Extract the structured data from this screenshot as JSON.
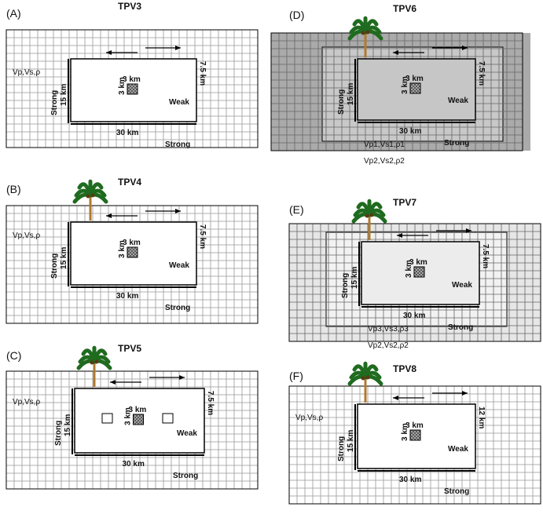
{
  "panels": [
    {
      "letter": "(A)",
      "title": "TPV3",
      "mat": "Vp,Vs,ρ",
      "mat2": "",
      "strong_side": "Strong",
      "strong_bottom": "Strong",
      "weak": "Weak",
      "depth": "15 km",
      "length": "30 km",
      "width_label": "7.5 km",
      "patch_h": "3 km",
      "patch_v": "3 km",
      "tree": false,
      "shaded": "none"
    },
    {
      "letter": "(B)",
      "title": "TPV4",
      "mat": "Vp,Vs,ρ",
      "mat2": "",
      "strong_side": "Strong",
      "strong_bottom": "Strong",
      "weak": "Weak",
      "depth": "15 km",
      "length": "30 km",
      "width_label": "7.5 km",
      "patch_h": "3 km",
      "patch_v": "3 km",
      "tree": true,
      "shaded": "none"
    },
    {
      "letter": "(C)",
      "title": "TPV5",
      "mat": "Vp,Vs,ρ",
      "mat2": "",
      "strong_side": "Strong",
      "strong_bottom": "Strong",
      "weak": "Weak",
      "depth": "15 km",
      "length": "30 km",
      "width_label": "7.5 km",
      "patch_h": "3 km",
      "patch_v": "3 km",
      "tree": true,
      "shaded": "none"
    },
    {
      "letter": "(D)",
      "title": "TPV6",
      "mat": "Vp1,Vs1,ρ1",
      "mat2": "Vp2,Vs2,ρ2",
      "strong_side": "Strong",
      "strong_bottom": "Strong",
      "weak": "Weak",
      "depth": "15 km",
      "length": "30 km",
      "width_label": "7.5 km",
      "patch_h": "3 km",
      "patch_v": "3 km",
      "tree": true,
      "shaded": "dark"
    },
    {
      "letter": "(E)",
      "title": "TPV7",
      "mat": "Vp3,Vs3,ρ3",
      "mat2": "Vp2,Vs2,ρ2",
      "strong_side": "Strong",
      "strong_bottom": "Strong",
      "weak": "Weak",
      "depth": "15 km",
      "length": "30 km",
      "width_label": "7.5 km",
      "patch_h": "3 km",
      "patch_v": "3 km",
      "tree": true,
      "shaded": "light"
    },
    {
      "letter": "(F)",
      "title": "TPV8",
      "mat": "Vp,Vs,ρ",
      "mat2": "",
      "strong_side": "Strong",
      "strong_bottom": "Strong",
      "weak": "Weak",
      "depth": "15 km",
      "length": "30 km",
      "width_label": "12 km",
      "patch_h": "3 km",
      "patch_v": "3 km",
      "tree": true,
      "shaded": "none"
    }
  ]
}
